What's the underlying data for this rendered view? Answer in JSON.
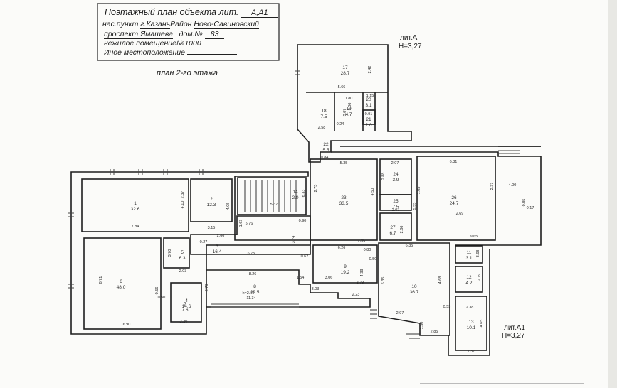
{
  "header": {
    "title_prefix": "Поэтажный план объекта  лит.",
    "title_lit": "А,А1",
    "settlement_label": "нас.пункт",
    "settlement_value": "г.Казань",
    "district_label": "Район",
    "district_value": "Ново-Савиновский",
    "street": "проспект Ямашева",
    "house_label": "дом.№",
    "house_value": "83",
    "premises_label": "нежилое помещение№",
    "premises_value": "1000",
    "other_location": "Иное местоположение"
  },
  "floor_label": "план 2-го этажа",
  "lit_a": {
    "name": "лит.А",
    "height": "Н=3,27"
  },
  "lit_a1": {
    "name": "лит.А1",
    "height": "Н=3,27"
  },
  "rooms": [
    {
      "num": "17",
      "area": "28.7"
    },
    {
      "num": "18",
      "area": "7.5"
    },
    {
      "num": "19",
      "area": "4.7"
    },
    {
      "num": "20",
      "area": "3.1"
    },
    {
      "num": "21",
      "area": "2.0"
    },
    {
      "num": "22",
      "area": "5.5"
    },
    {
      "num": "23",
      "area": "33.5"
    },
    {
      "num": "24",
      "area": "3.9"
    },
    {
      "num": "25",
      "area": "7.5"
    },
    {
      "num": "26",
      "area": "24.7"
    },
    {
      "num": "27",
      "area": "6.7"
    },
    {
      "num": "1",
      "area": "32.6"
    },
    {
      "num": "2",
      "area": "12.3"
    },
    {
      "num": "3",
      "area": "16.4"
    },
    {
      "num": "4",
      "area": "14.6"
    },
    {
      "num": "5",
      "area": "6.3"
    },
    {
      "num": "6",
      "area": "48.0"
    },
    {
      "num": "7",
      "area": "7.6"
    },
    {
      "num": "8",
      "area": "29.5"
    },
    {
      "num": "9",
      "area": "19.2"
    },
    {
      "num": "10",
      "area": "36.7"
    },
    {
      "num": "11",
      "area": "3.1"
    },
    {
      "num": "12",
      "area": "4.2"
    },
    {
      "num": "13",
      "area": "10.1"
    },
    {
      "num": "14",
      "area": "2.0"
    }
  ],
  "dimensions": [
    "5.66",
    "2.42",
    "3.07",
    "2.58",
    "1.80",
    "3.06",
    "1.15",
    "0.91",
    "0.24",
    "0.84",
    "5.35",
    "2.07",
    "6.31",
    "2.88",
    "2.07",
    "1.05",
    "4.00",
    "2.37",
    "0.85",
    "0.17",
    "2.69",
    "9.65",
    "5.37",
    "4.50",
    "2.75",
    "6.33",
    "7.96",
    "2.37",
    "4.10",
    "4.05",
    "7.84",
    "3.15",
    "2.66",
    "1.63",
    "5.76",
    "3.74",
    "0.90",
    "6.75",
    "0.27",
    "3.70",
    "2.03",
    "8.71",
    "0.56",
    "0.50",
    "6.90",
    "2.20",
    "2.78",
    "11.34",
    "h=2.50",
    "8.26",
    "0.62",
    "1.54",
    "3.06",
    "4.33",
    "2.79",
    "3.03",
    "2.23",
    "6.26",
    "0.80",
    "0.50",
    "5.35",
    "4.68",
    "2.97",
    "2.85",
    "0.53",
    "2.38",
    "3.68",
    "2.19",
    "4.65",
    "2.37",
    "6.35",
    "2.86",
    "5.55",
    "1.50"
  ]
}
